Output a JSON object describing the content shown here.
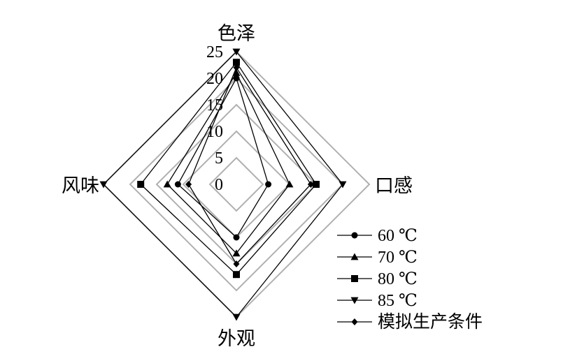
{
  "chart_data": {
    "type": "radar",
    "axes": [
      "色泽",
      "口感",
      "外观",
      "风味"
    ],
    "r_ticks": [
      "0",
      "5",
      "10",
      "15",
      "20",
      "25"
    ],
    "r_max": 25,
    "grid_color": "#b0b0b0",
    "series_color": "#000000",
    "legend_position": "bottom-right",
    "series": [
      {
        "name": "60 ℃",
        "marker": "circle",
        "values": [
          20,
          6,
          10,
          11
        ]
      },
      {
        "name": "70 ℃",
        "marker": "triangle-up",
        "values": [
          21,
          10,
          13,
          13
        ]
      },
      {
        "name": "80 ℃",
        "marker": "square",
        "values": [
          23,
          15,
          17,
          18
        ]
      },
      {
        "name": "85 ℃",
        "marker": "triangle-down",
        "values": [
          25,
          20,
          25,
          25
        ]
      },
      {
        "name": "模拟生产条件",
        "marker": "diamond",
        "values": [
          22,
          14,
          15,
          9
        ]
      }
    ]
  }
}
